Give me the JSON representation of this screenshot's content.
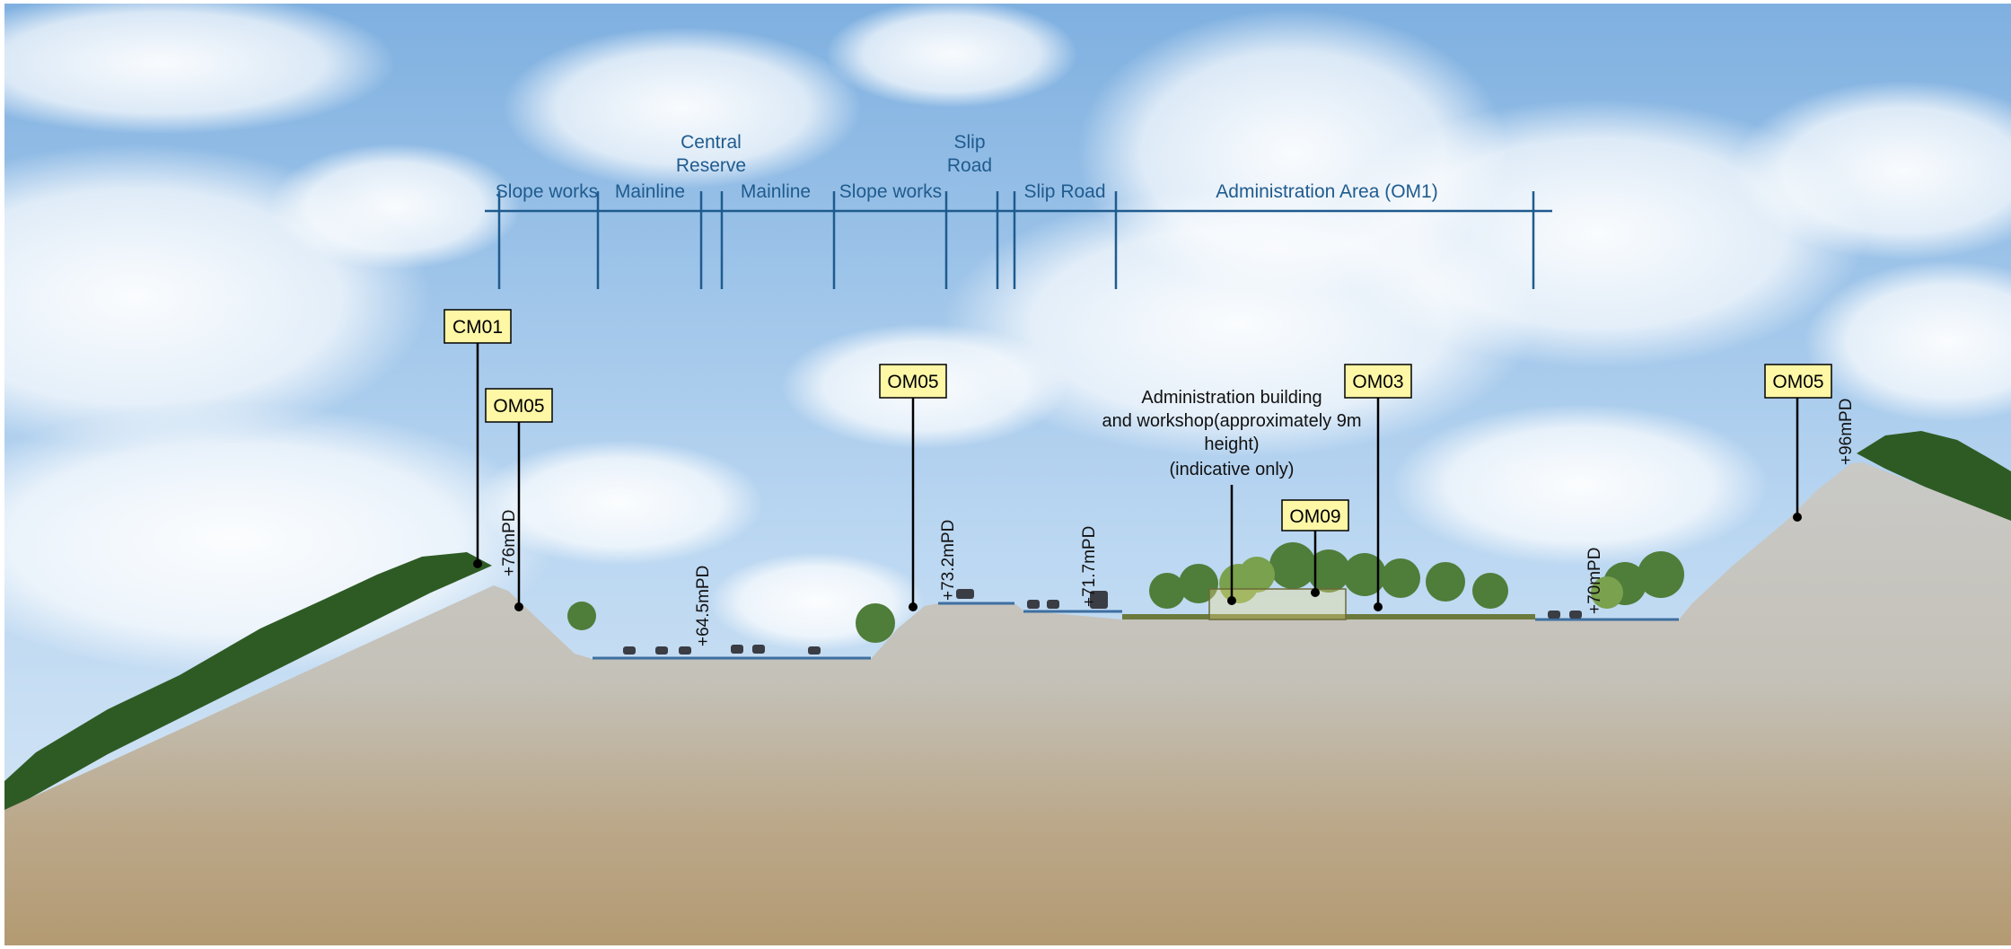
{
  "zones": {
    "slope_works_1": "Slope works",
    "mainline_1": "Mainline",
    "central_reserve_line1": "Central",
    "central_reserve_line2": "Reserve",
    "mainline_2": "Mainline",
    "slope_works_2": "Slope works",
    "slip_road_1_line1": "Slip",
    "slip_road_1_line2": "Road",
    "slip_road_2": "Slip Road",
    "admin_area": "Administration Area (OM1)"
  },
  "tags": {
    "cm01": "CM01",
    "om05_left": "OM05",
    "om05_mid": "OM05",
    "om03": "OM03",
    "om09": "OM09",
    "om05_right": "OM05"
  },
  "levels": {
    "left_crest": "+76mPD",
    "mainline": "+64.5mPD",
    "slip_crest": "+73.2mPD",
    "slip_road": "+71.7mPD",
    "admin": "+70mPD",
    "right_crest": "+96mPD"
  },
  "annotation": {
    "line1": "Administration building",
    "line2": "and workshop(approximately 9m",
    "line3": "height)",
    "line4": "(indicative only)"
  },
  "colors": {
    "zone_line": "#1f5b8e",
    "tag_fill": "#fdf7a6",
    "ground": "#c9c9c6",
    "soil": "#b7a07a",
    "vegetation": "#2e5b24",
    "sky": "#9cc3e8"
  }
}
